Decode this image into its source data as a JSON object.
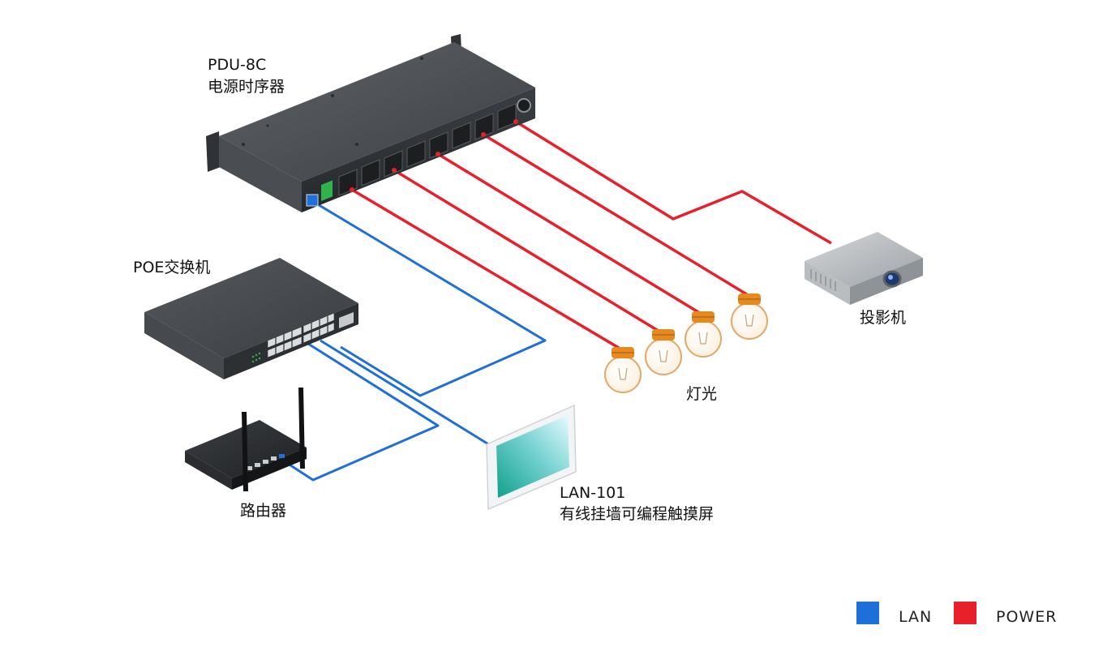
{
  "devices": {
    "pdu": {
      "model": "PDU-8C",
      "name": "电源时序器"
    },
    "poe_switch": {
      "name": "POE交换机"
    },
    "router": {
      "name": "路由器"
    },
    "touch_panel": {
      "model": "LAN-101",
      "name": "有线挂墙可编程触摸屏"
    },
    "projector": {
      "name": "投影机"
    },
    "lights": {
      "name": "灯光"
    }
  },
  "legend": {
    "lan": {
      "label": "LAN",
      "color": "#1e6fd9"
    },
    "power": {
      "label": "POWER",
      "color": "#e8202a"
    }
  },
  "colors": {
    "lan": "#1e6fd9",
    "power": "#e8202a"
  },
  "icons": [
    "pdu-rack-icon",
    "poe-switch-icon",
    "router-icon",
    "touch-panel-icon",
    "projector-icon",
    "light-bulb-icon"
  ]
}
